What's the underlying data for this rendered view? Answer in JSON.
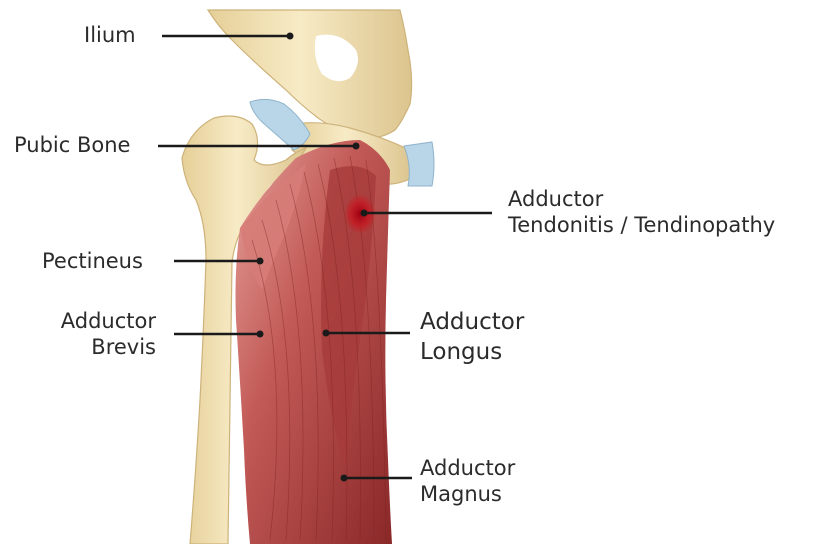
{
  "labels": {
    "ilium": "Ilium",
    "pubic_bone": "Pubic Bone",
    "pectineus": "Pectineus",
    "adductor_brevis": {
      "line1": "Adductor",
      "line2": "Brevis"
    },
    "adductor_tendonitis": {
      "line1": "Adductor",
      "line2": "Tendonitis / Tendinopathy"
    },
    "adductor_longus": {
      "line1": "Adductor",
      "line2": "Longus"
    },
    "adductor_magnus": {
      "line1": "Adductor",
      "line2": "Magnus"
    }
  },
  "colors": {
    "bone": "#f0e0b2",
    "bone_shadow": "#d9c08a",
    "cartilage": "#b9d6e8",
    "muscle": "#b84a4a",
    "muscle_dark": "#8e2a2a",
    "muscle_light": "#dc8f8a",
    "tendon_highlight": "#c0111b",
    "leader_line": "#1a1a1a"
  }
}
